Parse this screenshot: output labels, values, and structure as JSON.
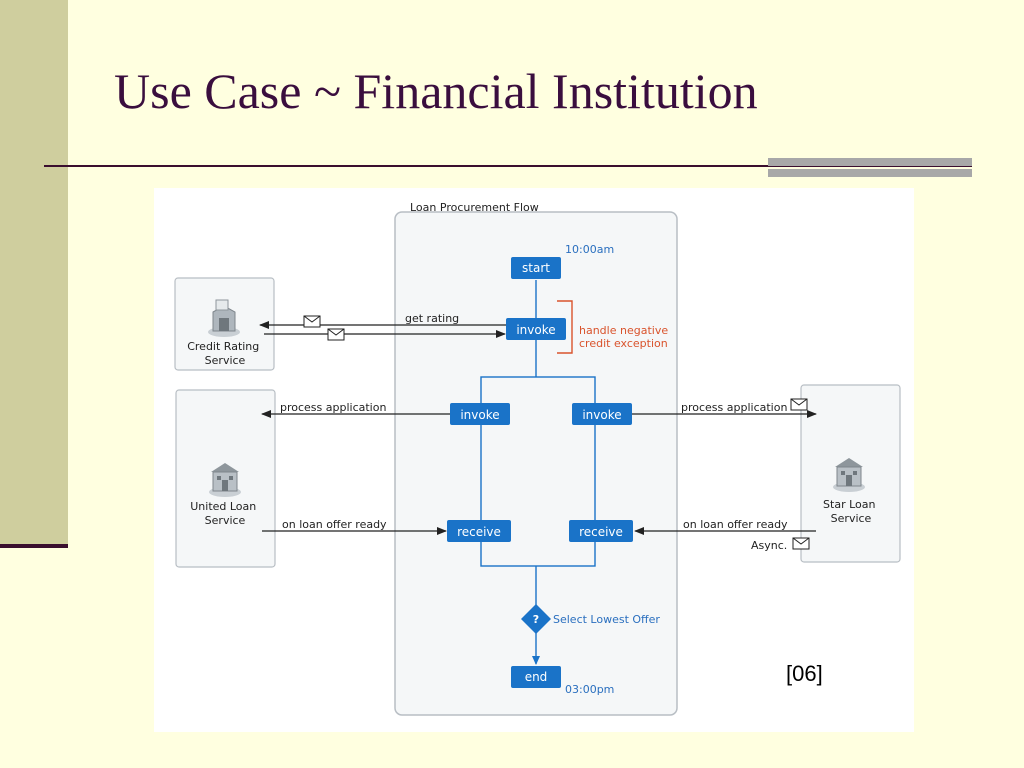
{
  "slide": {
    "title": "Use Case ~ Financial Institution",
    "citation": "[06]"
  },
  "diagram": {
    "flow_title": "Loan Procurement Flow",
    "start": {
      "label": "start",
      "time": "10:00am"
    },
    "end": {
      "label": "end",
      "time": "03:00pm"
    },
    "invoke_rating": {
      "label": "invoke"
    },
    "exception_note": {
      "line1": "handle negative",
      "line2": "credit exception"
    },
    "credit_service": {
      "line1": "Credit Rating",
      "line2": "Service"
    },
    "united_service": {
      "line1": "United Loan",
      "line2": "Service"
    },
    "star_service": {
      "line1": "Star Loan",
      "line2": "Service"
    },
    "get_rating_label": "get rating",
    "invoke_left": {
      "label": "invoke"
    },
    "invoke_right": {
      "label": "invoke"
    },
    "receive_left": {
      "label": "receive"
    },
    "receive_right": {
      "label": "receive"
    },
    "process_left_label": "process application",
    "process_right_label": "process application",
    "offer_left_label": "on loan offer ready",
    "offer_right_label": "on loan offer ready",
    "async_label": "Async.",
    "decision": {
      "symbol": "?",
      "label": "Select Lowest Offer"
    },
    "colors": {
      "activity": "#1A73C8",
      "exception": "#D9532C",
      "time": "#2A6FBF",
      "panel": "#F5F7F8",
      "panel_border": "#B8BEC4"
    }
  }
}
